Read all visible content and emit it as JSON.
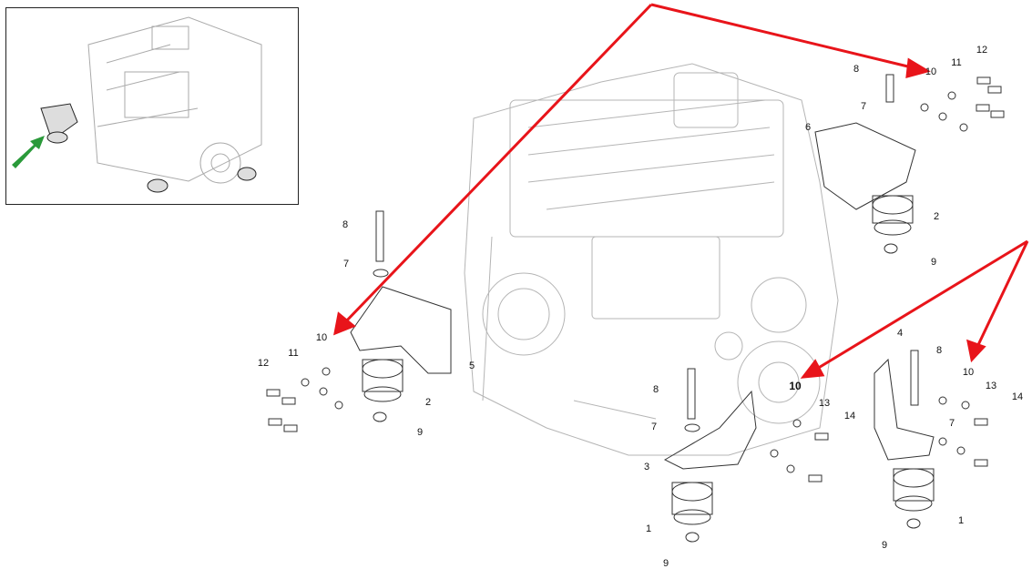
{
  "title": "Engine mount exploded parts diagram",
  "colors": {
    "callout_arrow": "#e8141a",
    "locator_arrow": "#2a9a3a",
    "line_art": "#9a9a9a"
  },
  "callouts": {
    "top_right": [
      "8",
      "10",
      "11",
      "12",
      "7",
      "6",
      "2",
      "9"
    ],
    "left": [
      "8",
      "7",
      "10",
      "11",
      "12",
      "2",
      "9",
      "5"
    ],
    "middle": [
      "8",
      "7",
      "3",
      "1",
      "9",
      "10",
      "13",
      "14"
    ],
    "right": [
      "4",
      "8",
      "10",
      "13",
      "14",
      "7",
      "1",
      "9"
    ]
  }
}
